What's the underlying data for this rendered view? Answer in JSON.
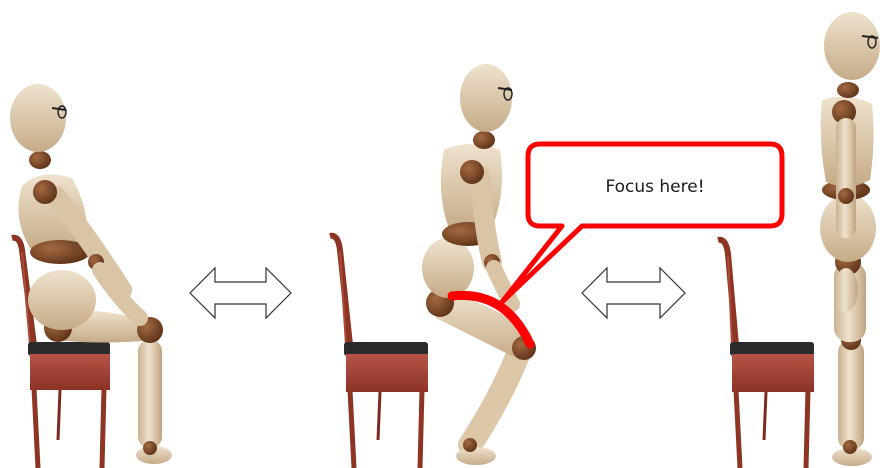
{
  "callout": {
    "text": "Focus here!",
    "stroke_color": "#ff0000"
  },
  "figures": [
    {
      "pose": "seated"
    },
    {
      "pose": "half-squat"
    },
    {
      "pose": "standing"
    }
  ],
  "arrows": [
    {
      "icon": "double-arrow-icon"
    },
    {
      "icon": "double-arrow-icon"
    }
  ],
  "colors": {
    "wood_body": "#e2d0b6",
    "joint": "#7b4a2b",
    "chair_frame": "#8e3424",
    "chair_seat": "#a8473a",
    "highlight": "#ff0000"
  }
}
